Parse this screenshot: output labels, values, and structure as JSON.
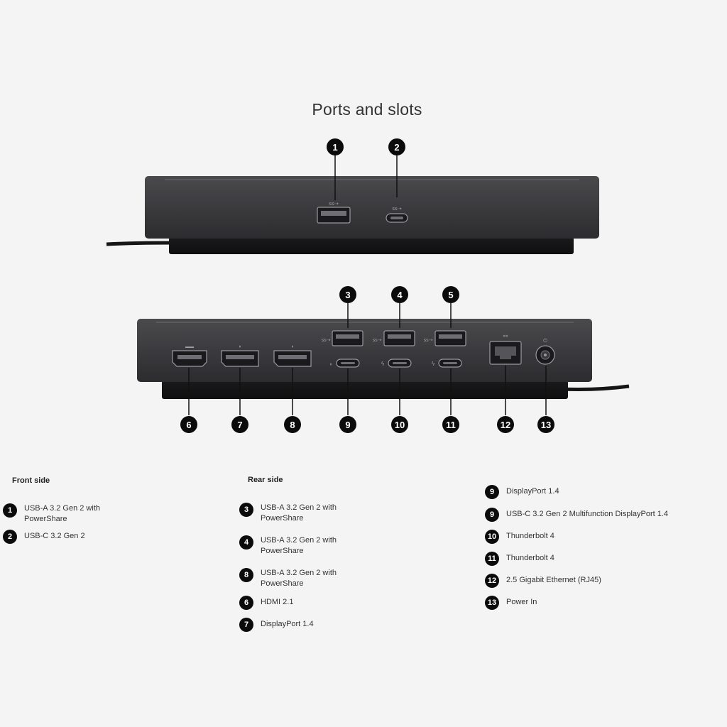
{
  "title": "Ports and slots",
  "port_icons": {
    "usb_a": "usb-icon",
    "usb_c": "usb-c-icon",
    "thunderbolt": "thunderbolt-icon",
    "ethernet": "ethernet-icon",
    "power": "power-icon"
  },
  "callouts": {
    "front": [
      "1",
      "2"
    ],
    "rear_top": [
      "3",
      "4",
      "5"
    ],
    "rear_bottom": [
      "6",
      "7",
      "8",
      "9",
      "10",
      "11",
      "12",
      "13"
    ]
  },
  "legend": {
    "front_heading": "Front side",
    "rear_heading": "Rear side",
    "front": [
      {
        "num": "1",
        "text": "USB-A 3.2 Gen 2 with\nPowerShare"
      },
      {
        "num": "2",
        "text": "USB-C 3.2 Gen 2"
      }
    ],
    "rear_col1": [
      {
        "num": "3",
        "text": "USB-A 3.2 Gen 2 with\nPowerShare"
      },
      {
        "num": "4",
        "text": "USB-A 3.2 Gen 2 with\nPowerShare"
      },
      {
        "num": "8",
        "text": "USB-A 3.2 Gen 2 with\nPowerShare"
      },
      {
        "num": "6",
        "text": "HDMI 2.1"
      },
      {
        "num": "7",
        "text": "DisplayPort 1.4"
      }
    ],
    "rear_col2": [
      {
        "num": "9",
        "text": "DisplayPort 1.4"
      },
      {
        "num": "9",
        "text": "USB-C 3.2 Gen 2 Multifunction DisplayPort 1.4"
      },
      {
        "num": "10",
        "text": "Thunderbolt 4"
      },
      {
        "num": "11",
        "text": "Thunderbolt 4"
      },
      {
        "num": "12",
        "text": "2.5 Gigabit Ethernet (RJ45)"
      },
      {
        "num": "13",
        "text": "Power In"
      }
    ]
  }
}
